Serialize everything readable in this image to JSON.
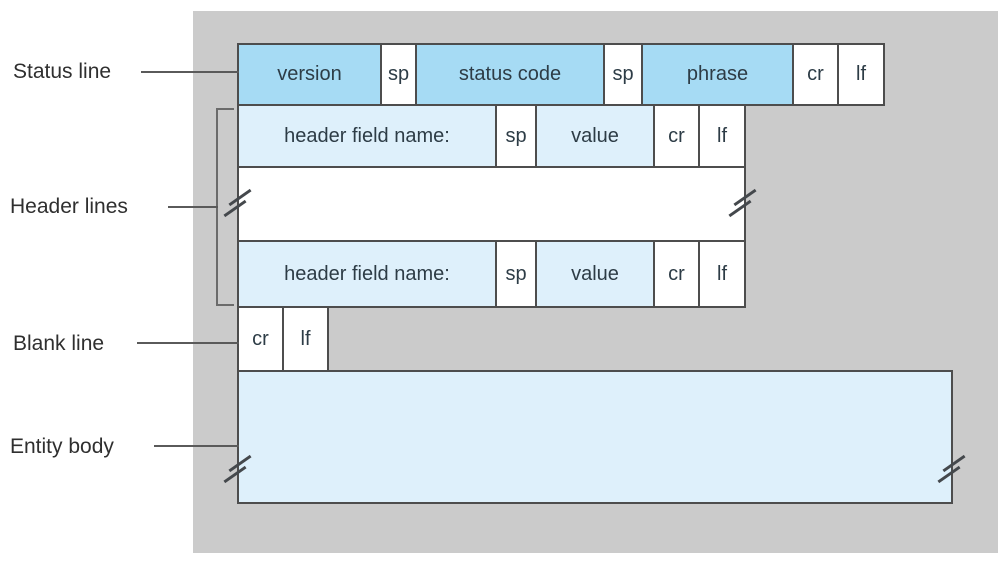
{
  "labels": {
    "status_line": "Status line",
    "header_lines": "Header lines",
    "blank_line": "Blank line",
    "entity_body": "Entity body"
  },
  "diagram": {
    "status_row": [
      "version",
      "sp",
      "status code",
      "sp",
      "phrase",
      "cr",
      "lf"
    ],
    "header_row": [
      "header field name:",
      "sp",
      "value",
      "cr",
      "lf"
    ],
    "blank_row": [
      "cr",
      "lf"
    ]
  },
  "colors": {
    "panel_background": "#cbcbcb",
    "status_box_blue": "#a6dbf4",
    "light_blue": "#def0fb",
    "box_background_white": "#ffffff",
    "box_border": "#4d4d4d"
  }
}
